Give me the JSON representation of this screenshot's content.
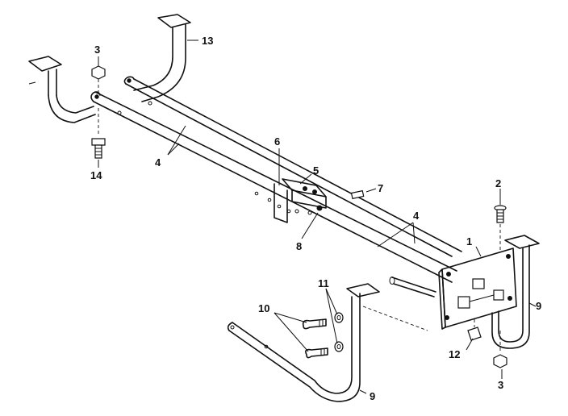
{
  "callouts": {
    "c1": "1",
    "c2": "2",
    "c3a": "3",
    "c3b": "3",
    "c4a": "4",
    "c4b": "4",
    "c5": "5",
    "c6": "6",
    "c7": "7",
    "c8": "8",
    "c9a": "9",
    "c9b": "9",
    "c10": "10",
    "c11": "11",
    "c12": "12",
    "c13": "13",
    "c14": "14"
  }
}
